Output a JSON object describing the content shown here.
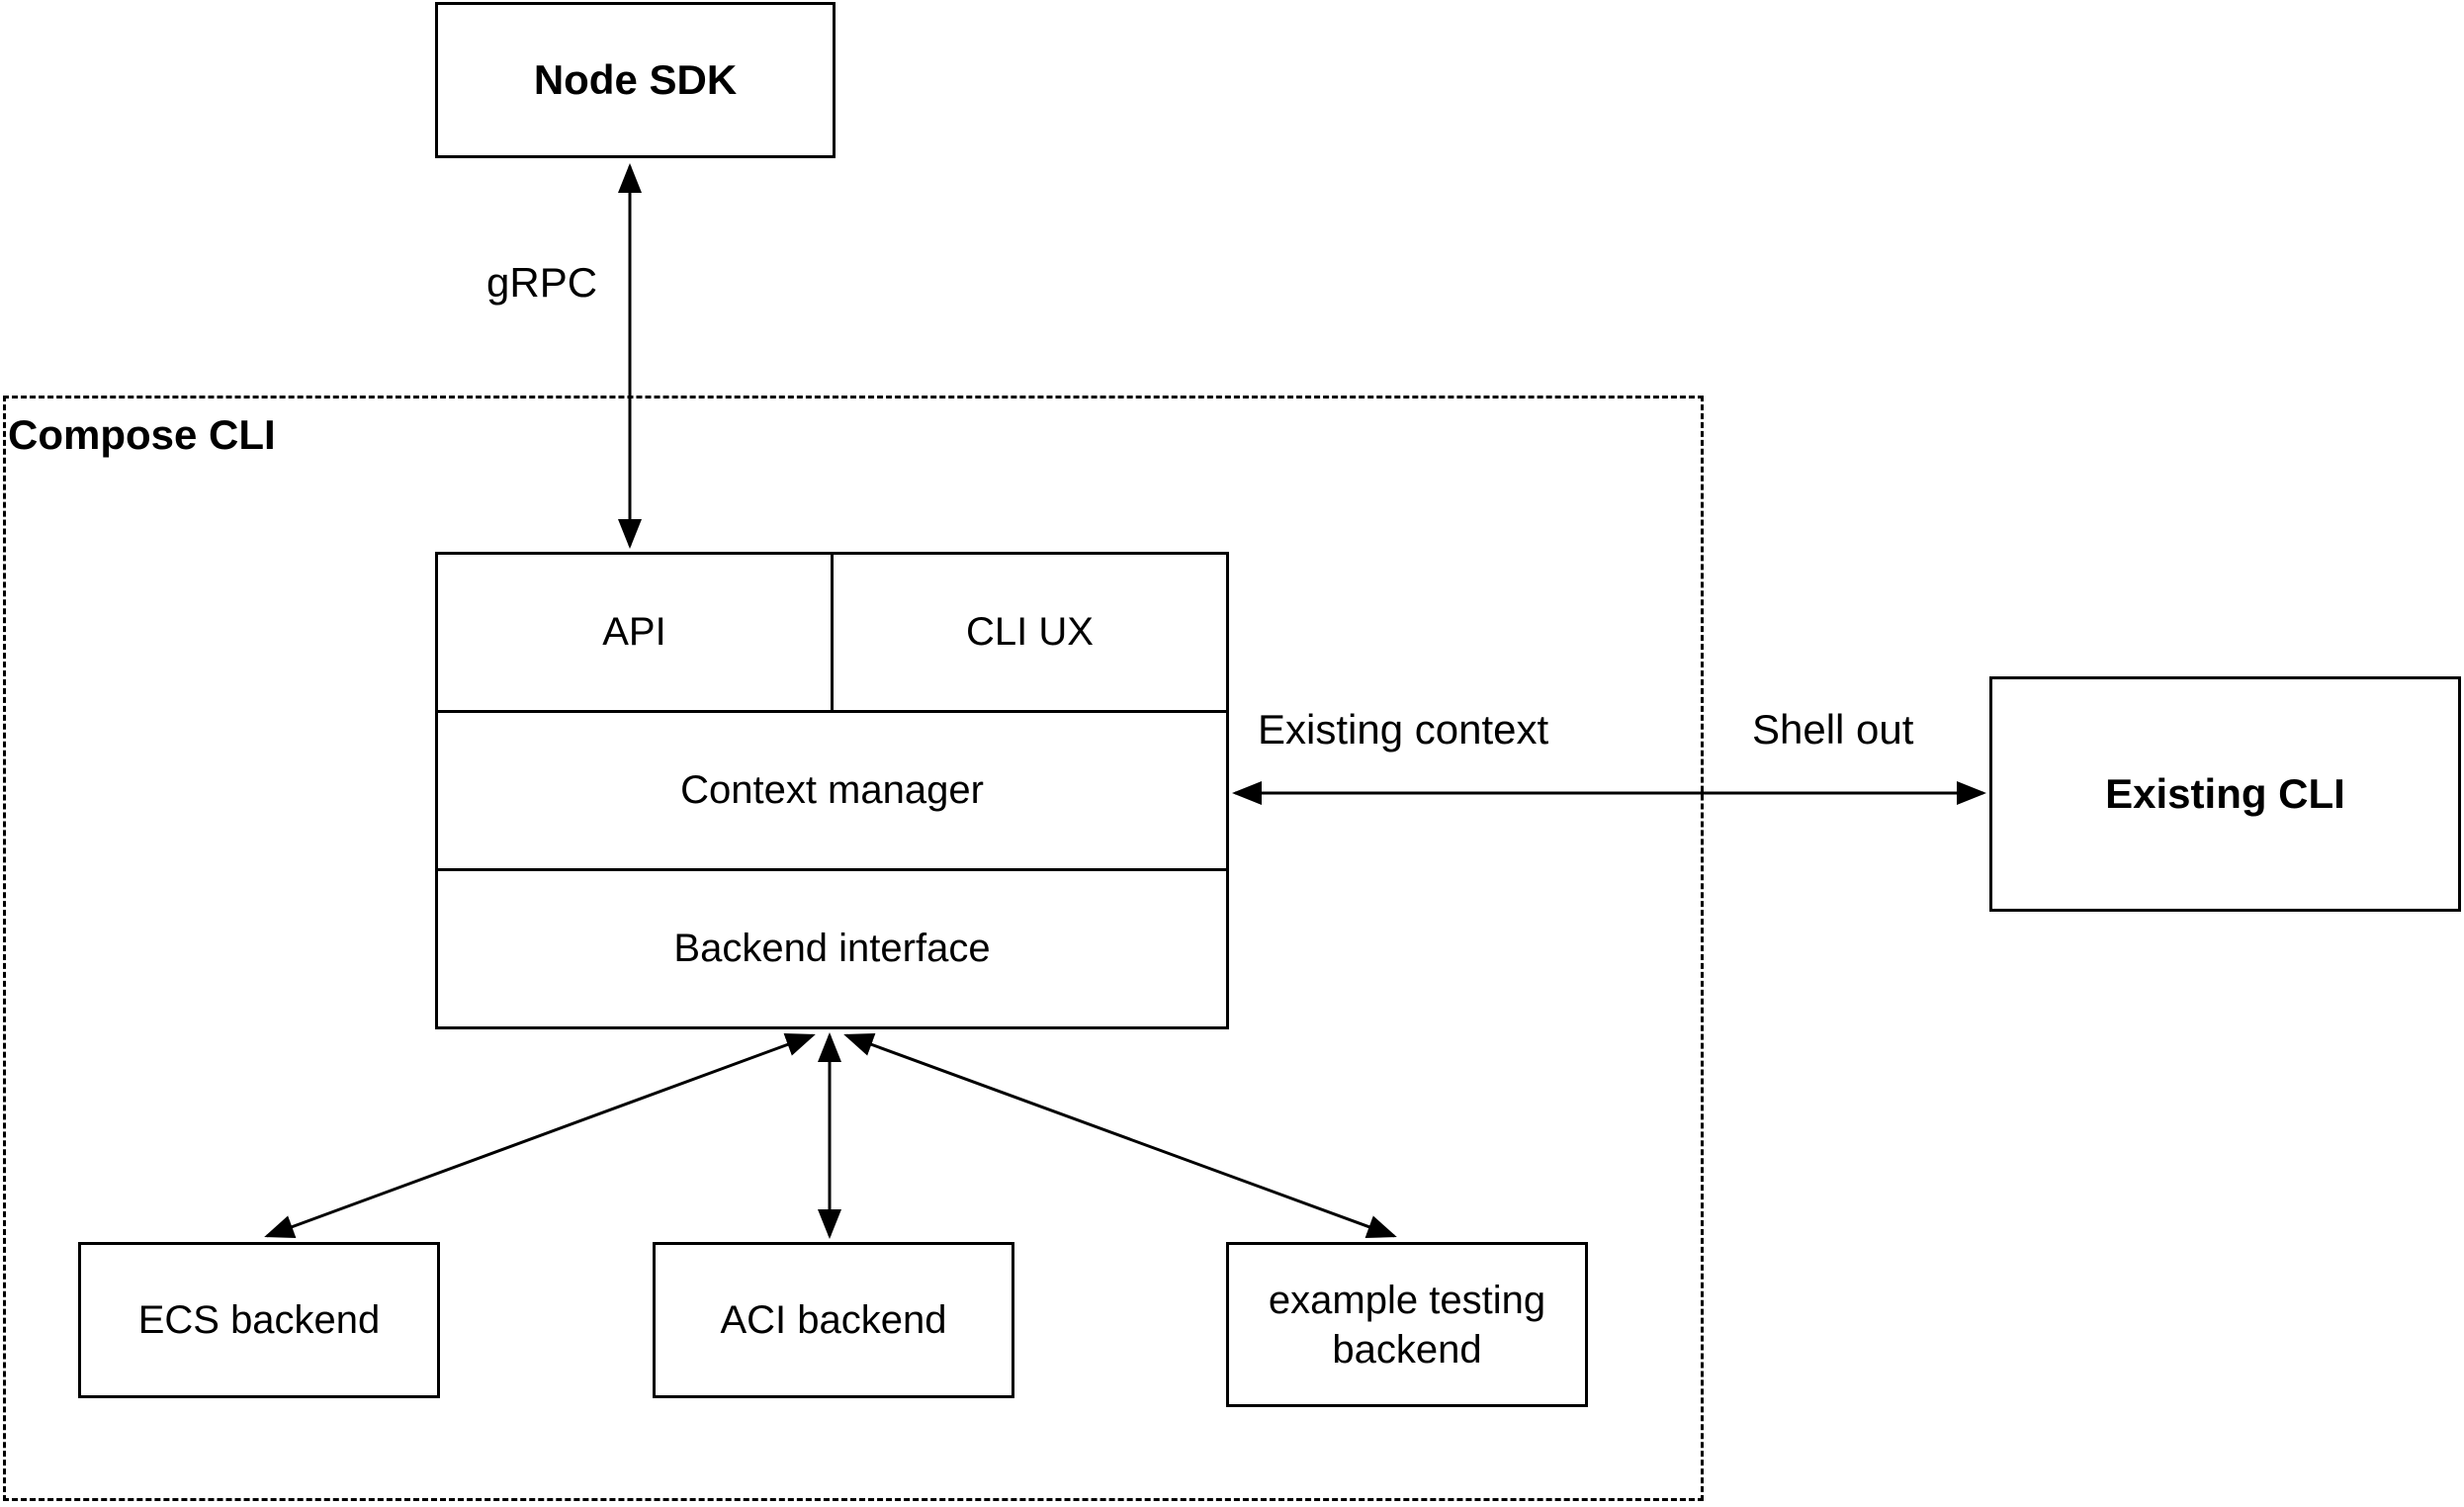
{
  "diagram": {
    "nodes": {
      "node_sdk": {
        "label": "Node SDK"
      },
      "compose_cli_group": {
        "label": "Compose CLI"
      },
      "api": {
        "label": "API"
      },
      "cli_ux": {
        "label": "CLI UX"
      },
      "context_manager": {
        "label": "Context manager"
      },
      "backend_interface": {
        "label": "Backend interface"
      },
      "existing_cli": {
        "label": "Existing CLI"
      },
      "ecs_backend": {
        "label": "ECS backend"
      },
      "aci_backend": {
        "label": "ACI backend"
      },
      "example_testing_backend": {
        "label": "example testing backend"
      }
    },
    "edge_labels": {
      "grpc": "gRPC",
      "existing_context": "Existing context",
      "shell_out": "Shell out"
    },
    "colors": {
      "stroke": "#000000",
      "box_fill": "#ffffff",
      "background": "#ffffff"
    }
  }
}
